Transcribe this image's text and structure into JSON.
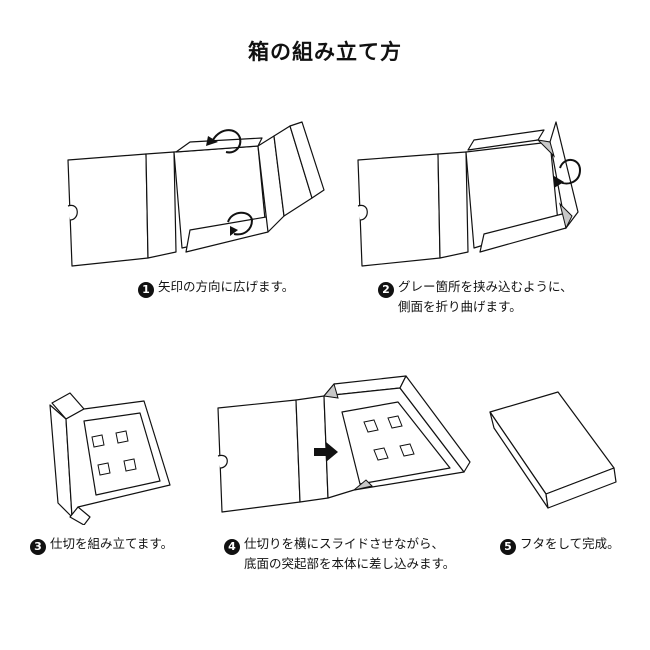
{
  "title": "箱の組み立て方",
  "steps": [
    {
      "num": "1",
      "lines": [
        "矢印の方向に広げます。"
      ]
    },
    {
      "num": "2",
      "lines": [
        "グレー箇所を挟み込むように、",
        "側面を折り曲げます。"
      ]
    },
    {
      "num": "3",
      "lines": [
        "仕切を組み立てます。"
      ]
    },
    {
      "num": "4",
      "lines": [
        "仕切りを横にスライドさせながら、",
        "底面の突起部を本体に差し込みます。"
      ]
    },
    {
      "num": "5",
      "lines": [
        "フタをして完成。"
      ]
    }
  ],
  "colors": {
    "ink": "#111111",
    "fold_gray": "#c8c8c8",
    "arrow": "#111111"
  }
}
